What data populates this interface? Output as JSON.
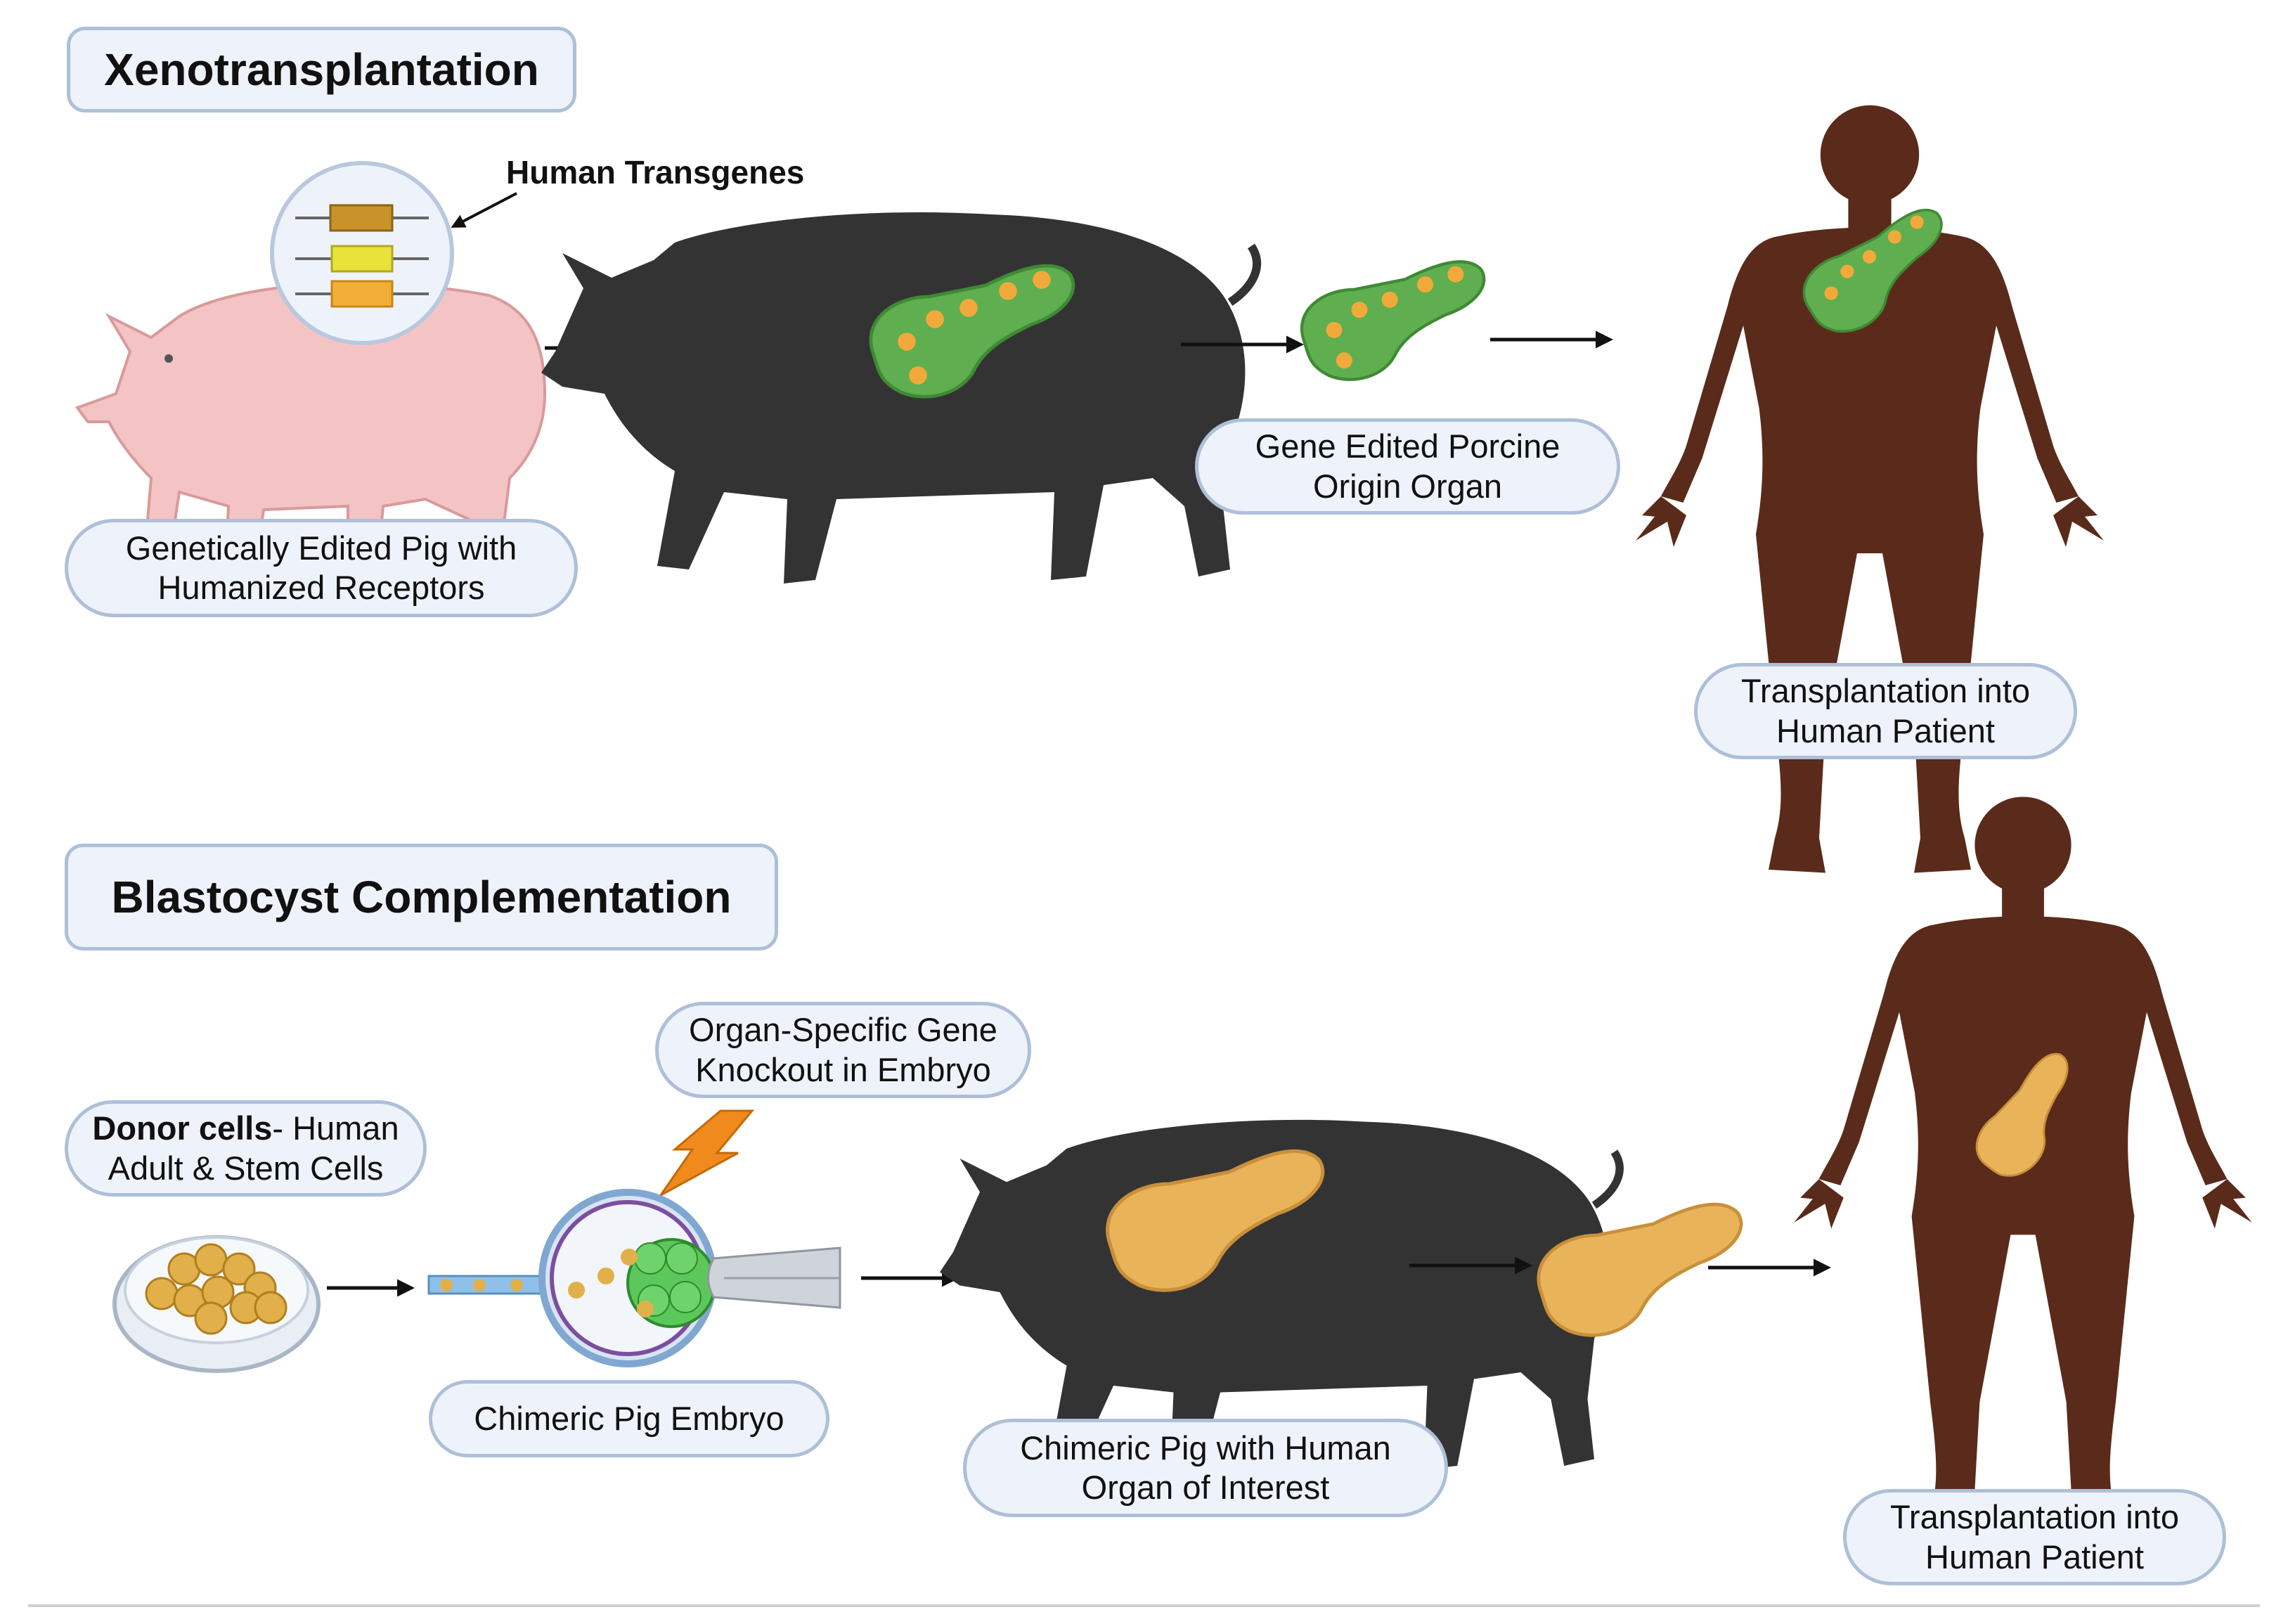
{
  "sections": {
    "xeno": {
      "title": "Xenotransplantation",
      "transgene_label": "Human Transgenes",
      "pig_label": [
        "Genetically Edited Pig with",
        "Humanized Receptors"
      ],
      "organ_label": [
        "Gene Edited Porcine",
        "Origin Organ"
      ],
      "patient_label": [
        "Transplantation into",
        "Human Patient"
      ]
    },
    "blasto": {
      "title": "Blastocyst Complementation",
      "knockout_label": [
        "Organ-Specific Gene",
        "Knockout in Embryo"
      ],
      "donor_label_bold": "Donor cells",
      "donor_label_rest": "- Human",
      "donor_label_line2": "Adult & Stem Cells",
      "embryo_label": "Chimeric Pig Embryo",
      "chimeric_pig_label": [
        "Chimeric Pig with Human",
        "Organ of Interest"
      ],
      "patient_label": [
        "Transplantation into",
        "Human Patient"
      ]
    }
  },
  "colors": {
    "pink_pig": "#f4c4c4",
    "black_pig": "#333333",
    "human_body": "#5a2b1a",
    "porcine_organ": "#5fae4f",
    "porcine_organ_spot": "#f2a93b",
    "human_organ": "#e9b35a",
    "label_fill": "#eef3fb",
    "label_border": "#aebfd8",
    "lightning": "#f08a1c"
  }
}
